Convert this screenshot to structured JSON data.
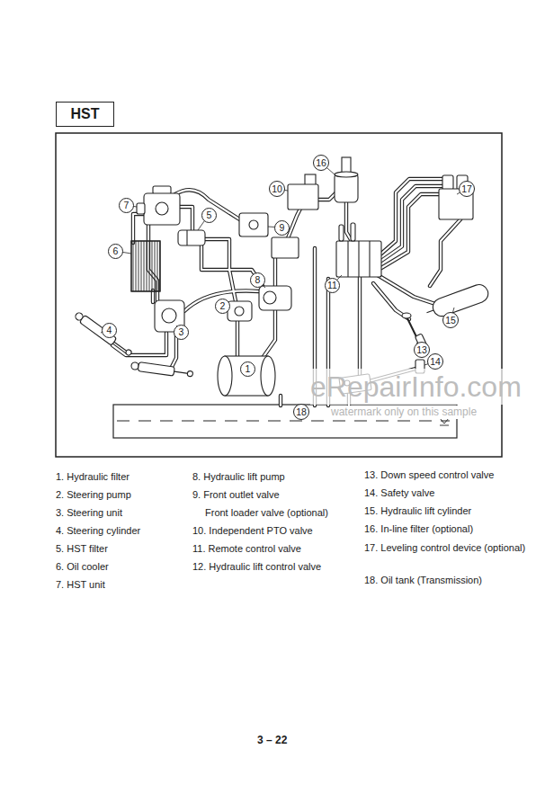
{
  "diagram": {
    "title": "HST",
    "nodes": [
      {
        "text": [
          "16"
        ]
      },
      {
        "text": [
          "10"
        ]
      },
      {
        "text": [
          "17"
        ]
      },
      {
        "text": [
          "7"
        ]
      },
      {
        "text": [
          "5"
        ]
      },
      {
        "text": [
          "9"
        ]
      },
      {
        "text": [
          "6"
        ]
      },
      {
        "text": [
          "8"
        ]
      },
      {
        "text": [
          "11"
        ]
      },
      {
        "text": [
          "2"
        ]
      },
      {
        "text": [
          "15"
        ]
      },
      {
        "text": [
          "4"
        ]
      },
      {
        "text": [
          "3"
        ]
      },
      {
        "text": [
          "13"
        ]
      },
      {
        "text": [
          "14"
        ]
      },
      {
        "text": [
          "1"
        ]
      },
      {
        "text": [
          "18"
        ]
      }
    ],
    "labels": [
      "1. Hydraulic filter",
      "2. Steering pump",
      "3. Steering unit",
      "4. Steering cylinder",
      "5. HST filter",
      "6. Oil cooler",
      "7. HST unit",
      "8. Hydraulic lift pump",
      "9. Front outlet valve",
      "Front loader valve (optional)",
      "10. Independent PTO valve",
      "11. Remote control valve",
      "12. Hydraulic lift control valve",
      "13. Down speed control valve",
      "14. Safety valve",
      "15. Hydraulic lift cylinder",
      "16. In-line filter (optional)",
      "17. Leveling control device (optional)",
      "18. Oil tank (Transmission)",
      "eRepairInfo.com",
      "watermark only on this sample",
      "3 – 22"
    ]
  }
}
